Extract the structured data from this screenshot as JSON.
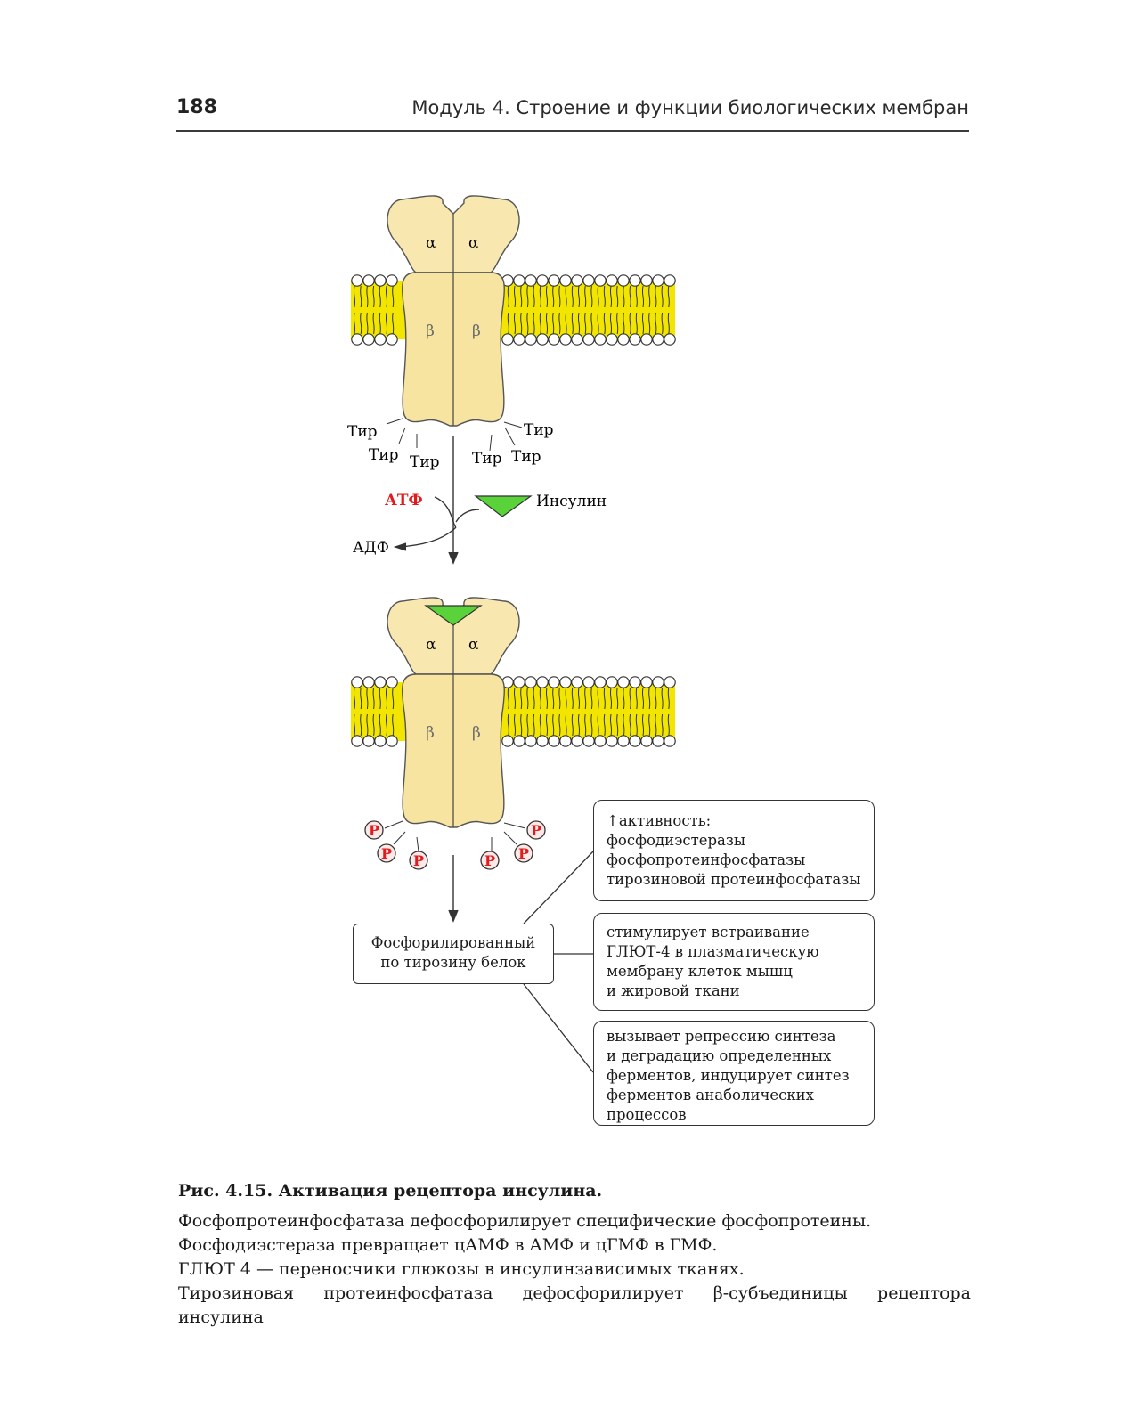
{
  "header": {
    "page_number": "188",
    "running_title": "Модуль 4. Строение и функции биологических мембран"
  },
  "diagram": {
    "alpha": "α",
    "beta": "β",
    "tyr": "Тир",
    "phospho": "P",
    "atp": "АТФ",
    "adp": "АДФ",
    "insulin": "Инсулин",
    "colors": {
      "membrane": "#f2e600",
      "receptor": "#f7e4a0",
      "insulin": "#5ad33a",
      "atp_label": "#e01b1b"
    },
    "protein_box": [
      "Фосфорилированный",
      "по тирозину белок"
    ],
    "effect_boxes": [
      [
        "↑активность:",
        "фосфодиэстеразы",
        "фосфопротеинфосфатазы",
        "тирозиновой протеинфосфатазы"
      ],
      [
        "стимулирует встраивание",
        "ГЛЮТ-4 в плазматическую",
        "мембрану клеток мышц",
        "и жировой ткани"
      ],
      [
        "вызывает репрессию синтеза",
        "и деградацию определенных",
        "ферментов, индуцирует синтез",
        "ферментов анаболических",
        "процессов"
      ]
    ]
  },
  "caption": "Рис. 4.15. Активация рецептора инсулина.",
  "paragraphs": [
    "Фосфопротеинфосфатаза дефосфорилирует специфические фосфопротеины.",
    "Фосфодиэстераза превращает цАМФ в АМФ и цГМФ в ГМФ.",
    "ГЛЮТ 4 — переносчики глюкозы в инсулинзависимых тканях.",
    "Тирозиновая протеинфосфатаза дефосфорилирует β-субъединицы рецептора",
    "инсулина"
  ]
}
